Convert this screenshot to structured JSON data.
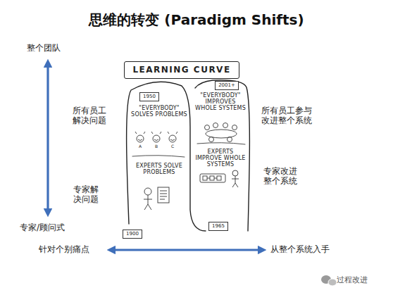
{
  "diagram": {
    "title": "思维的转变 (Paradigm Shifts)",
    "nodes": [
      {
        "text": [
          "LEARNING CURVE"
        ]
      },
      {
        "text": [
          "1950"
        ]
      },
      {
        "text": [
          "2001+"
        ]
      },
      {
        "text": [
          "1965"
        ]
      },
      {
        "text": [
          "1900"
        ]
      }
    ],
    "labels": [
      "整个团队",
      "所有员工解决问题",
      "专家解决问题",
      "专家/顾问式",
      "\"EVERYBODY\" SOLVES PROBLEMS",
      "A",
      "B",
      "C",
      "EXPERTS SOLVE PROBLEMS",
      "\"EVERYBODY\" IMPROVES WHOLE SYSTEMS",
      "EXPERTS IMPROVE WHOLE SYSTEMS",
      "所有员工参与改进整个系统",
      "专家改进整个系统",
      "针对个别痛点",
      "从整个系统入手",
      "过程改进"
    ]
  }
}
